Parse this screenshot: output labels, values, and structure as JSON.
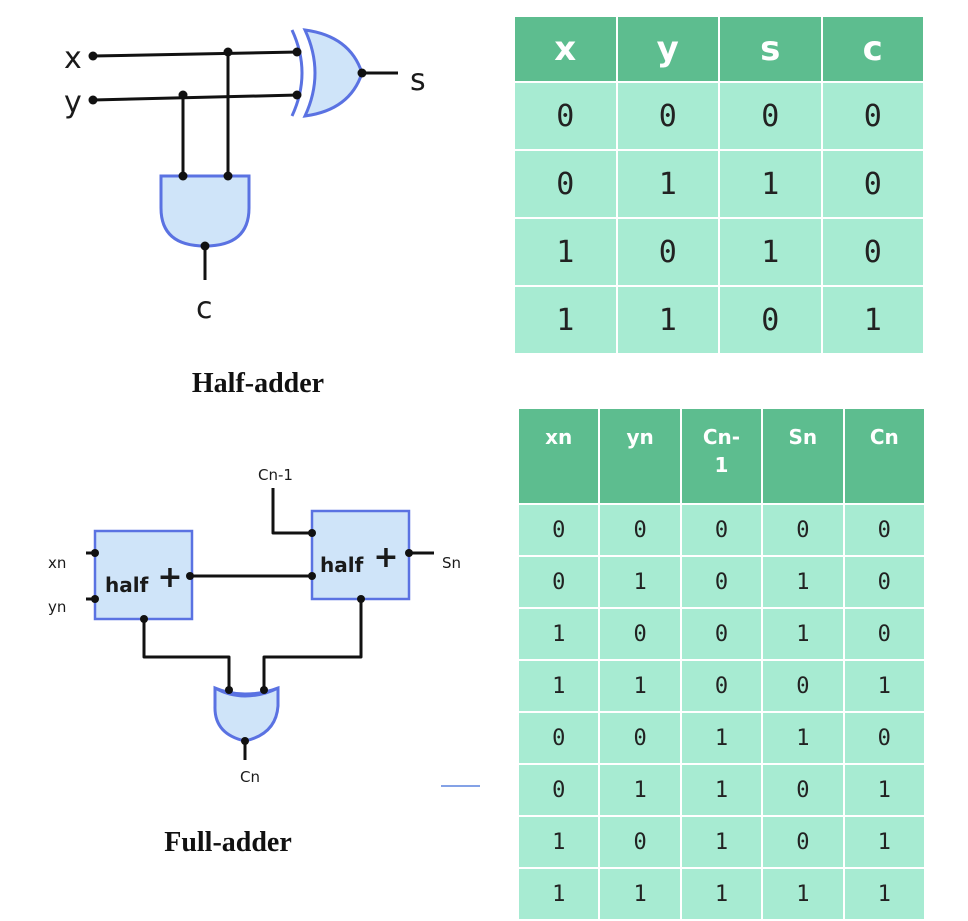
{
  "half_adder": {
    "caption": "Half-adder",
    "labels": {
      "x": "x",
      "y": "y",
      "s": "s",
      "c": "c"
    },
    "table": {
      "headers": [
        "x",
        "y",
        "s",
        "c"
      ],
      "rows": [
        [
          "0",
          "0",
          "0",
          "0"
        ],
        [
          "0",
          "1",
          "1",
          "0"
        ],
        [
          "1",
          "0",
          "1",
          "0"
        ],
        [
          "1",
          "1",
          "0",
          "1"
        ]
      ]
    }
  },
  "full_adder": {
    "caption": "Full-adder",
    "labels": {
      "xn": "xn",
      "yn": "yn",
      "cn_minus_1": "Cn-1",
      "sn": "Sn",
      "cn": "Cn",
      "block": "half",
      "block_symbol": "+"
    },
    "table": {
      "headers": [
        "xn",
        "yn",
        "Cn-\n1",
        "Sn",
        "Cn"
      ],
      "rows": [
        [
          "0",
          "0",
          "0",
          "0",
          "0"
        ],
        [
          "0",
          "1",
          "0",
          "1",
          "0"
        ],
        [
          "1",
          "0",
          "0",
          "1",
          "0"
        ],
        [
          "1",
          "1",
          "0",
          "0",
          "1"
        ],
        [
          "0",
          "0",
          "1",
          "1",
          "0"
        ],
        [
          "0",
          "1",
          "1",
          "0",
          "1"
        ],
        [
          "1",
          "0",
          "1",
          "0",
          "1"
        ],
        [
          "1",
          "1",
          "1",
          "1",
          "1"
        ]
      ]
    }
  },
  "colors": {
    "header_green": "#5dbd8f",
    "cell_green": "#a7ebd2",
    "gate_fill": "#cfe4f9",
    "gate_stroke": "#5a72e2"
  }
}
